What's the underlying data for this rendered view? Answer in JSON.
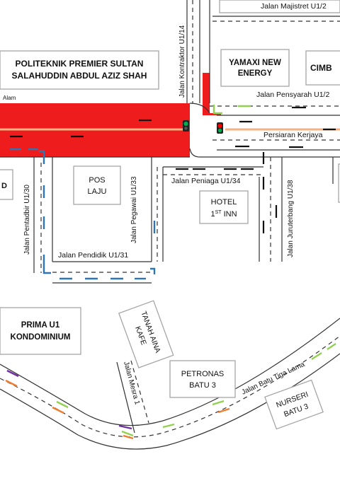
{
  "buildings": {
    "politeknik_line1": "POLITEKNIK PREMIER SULTAN",
    "politeknik_line2": "SALAHUDDIN ABDUL AZIZ SHAH",
    "yamaxi_line1": "YAMAXI NEW",
    "yamaxi_line2": "ENERGY",
    "cimb": "CIMB",
    "pos_line1": "POS",
    "pos_line2": "LAJU",
    "hotel_line1": "HOTEL",
    "hotel_line2_num": "1",
    "hotel_line2_sup": "ST",
    "hotel_line2_rest": " INN",
    "prima_line1": "PRIMA U1",
    "prima_line2": "KONDOMINIUM",
    "tanah_line1": "TANAH AINA",
    "tanah_line2": "KAFE",
    "petronas_line1": "PETRONAS",
    "petronas_line2": "BATU 3",
    "nurseri_line1": "NURSERI",
    "nurseri_line2": "BATU 3",
    "left_cut_letter": "D"
  },
  "roads": {
    "majistret": "Jalan Majistret U1/2",
    "kontraktor": "Jalan Kontraktor U1/14",
    "pensyarah": "Jalan Pensyarah U1/2",
    "alam": "Alam",
    "persiaran_kerjaya": "Persiaran Kerjaya",
    "peniaga": "Jalan Peniaga U1/34",
    "juruterbang": "Jalan Juruterbang U1/38",
    "pegawai": "Jalan Pegawai U1/33",
    "pentadbir": "Jalan Pentadbir U1/30",
    "pendidik": "Jalan Pendidik U1/31",
    "mesra": "Jalan Mesra 1",
    "batu_tiga_lama": "Jalan Batu Tiga Lama"
  },
  "colors": {
    "congestion": "#ee1c1c",
    "road_median": "#f4b183",
    "flow_blue": "#2e75b6",
    "flow_green": "#92d050",
    "flow_orange": "#ed7d31",
    "flow_purple": "#7030a0",
    "signal_red": "#ff0000",
    "signal_green": "#00b050"
  }
}
